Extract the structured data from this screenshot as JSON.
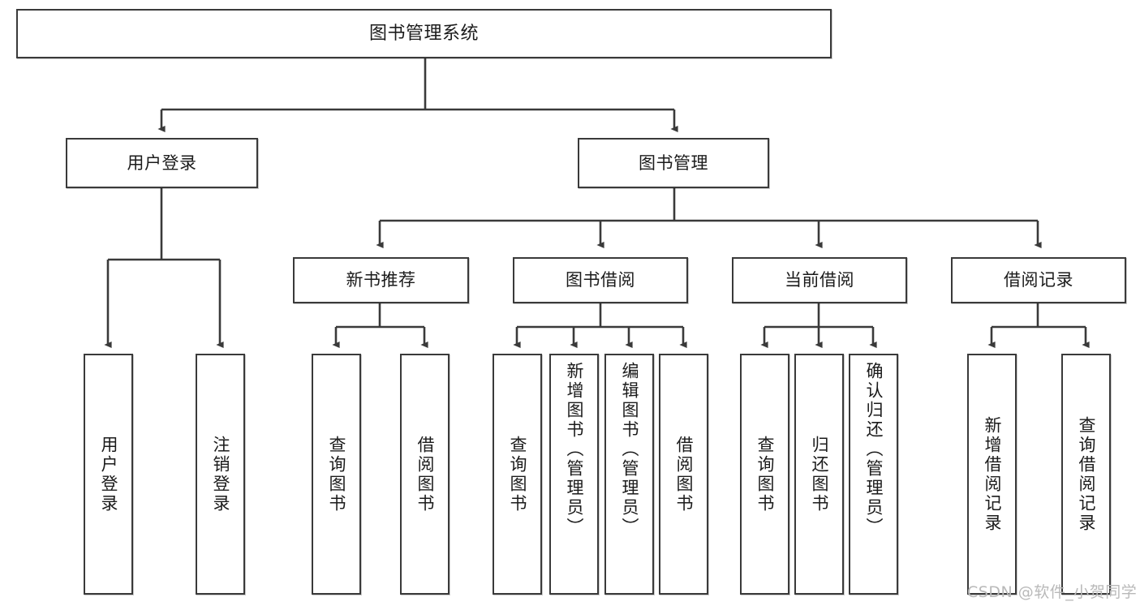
{
  "diagram": {
    "type": "tree-hierarchy-flowchart",
    "title": "图书管理系统",
    "colors": {
      "box_border": "#3a3a3a",
      "box_fill": "#ffffff",
      "connector": "#3a3a3a",
      "text": "#1b1b1b",
      "watermark": "#b9b9b9"
    },
    "watermark": "CSDN @软件_小贺同学",
    "levels": {
      "level1": [
        {
          "id": "root",
          "label": "图书管理系统"
        }
      ],
      "level2": [
        {
          "id": "user-login",
          "label": "用户登录",
          "parent": "root"
        },
        {
          "id": "book-manage",
          "label": "图书管理",
          "parent": "root"
        }
      ],
      "level3": [
        {
          "id": "new-book-rec",
          "label": "新书推荐",
          "parent": "book-manage"
        },
        {
          "id": "book-borrow",
          "label": "图书借阅",
          "parent": "book-manage"
        },
        {
          "id": "current-borrow",
          "label": "当前借阅",
          "parent": "book-manage"
        },
        {
          "id": "borrow-record",
          "label": "借阅记录",
          "parent": "book-manage"
        }
      ],
      "leaves": [
        {
          "id": "leaf-user-login",
          "label": "用户登录",
          "parent": "user-login"
        },
        {
          "id": "leaf-user-logout",
          "label": "注销登录",
          "parent": "user-login"
        },
        {
          "id": "leaf-rec-query-book",
          "label": "查询图书",
          "parent": "new-book-rec"
        },
        {
          "id": "leaf-rec-borrow-book",
          "label": "借阅图书",
          "parent": "new-book-rec"
        },
        {
          "id": "leaf-borrow-query-book",
          "label": "查询图书",
          "parent": "book-borrow"
        },
        {
          "id": "leaf-borrow-add-book",
          "label": "新增图书（管理员）",
          "parent": "book-borrow"
        },
        {
          "id": "leaf-borrow-edit-book",
          "label": "编辑图书（管理员）",
          "parent": "book-borrow"
        },
        {
          "id": "leaf-borrow-borrow-book",
          "label": "借阅图书",
          "parent": "book-borrow"
        },
        {
          "id": "leaf-current-query-book",
          "label": "查询图书",
          "parent": "current-borrow"
        },
        {
          "id": "leaf-current-return-book",
          "label": "归还图书",
          "parent": "current-borrow"
        },
        {
          "id": "leaf-current-confirm-return",
          "label": "确认归还（管理员）",
          "parent": "current-borrow"
        },
        {
          "id": "leaf-record-add",
          "label": "新增借阅记录",
          "parent": "borrow-record"
        },
        {
          "id": "leaf-record-query",
          "label": "查询借阅记录",
          "parent": "borrow-record"
        }
      ]
    }
  }
}
